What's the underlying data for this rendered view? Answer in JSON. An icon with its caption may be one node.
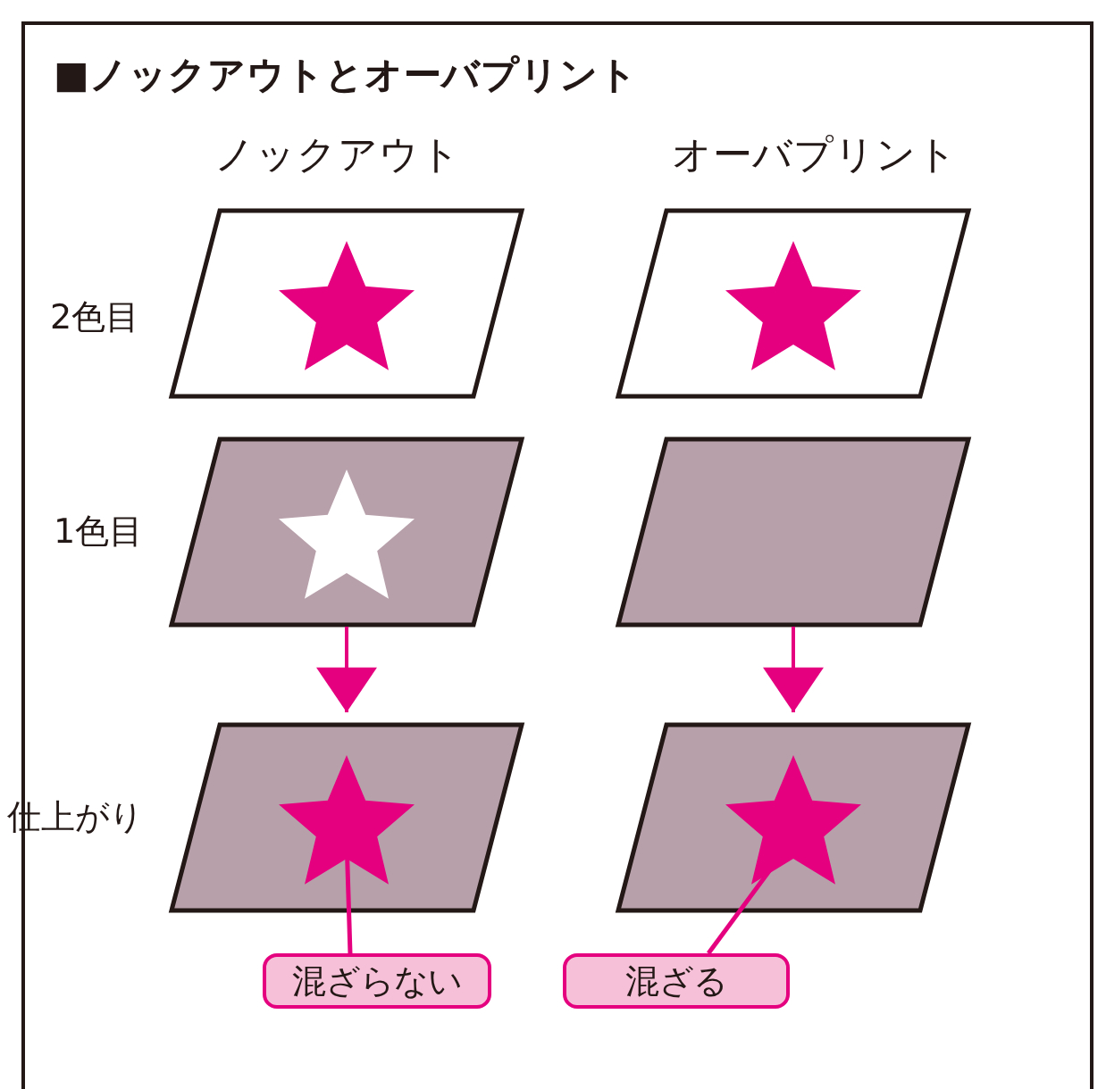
{
  "diagram": {
    "title": "■ノックアウトとオーバプリント",
    "nodes": [
      {
        "text": [],
        "shape": "parallelogram"
      },
      {
        "text": [],
        "shape": "star",
        "in": 0
      },
      {
        "text": [],
        "shape": "parallelogram"
      },
      {
        "text": [],
        "shape": "star",
        "in": 2
      },
      {
        "text": [],
        "shape": "parallelogram"
      },
      {
        "text": [],
        "shape": "star",
        "in": 4
      },
      {
        "text": [],
        "shape": "parallelogram"
      },
      {
        "text": [],
        "shape": "parallelogram"
      },
      {
        "text": [],
        "shape": "star",
        "in": 7
      },
      {
        "text": [],
        "shape": "parallelogram"
      },
      {
        "text": [],
        "shape": "star",
        "in": 9
      },
      {
        "text": [
          "混ざらない"
        ]
      },
      {
        "text": [
          "混ざる"
        ]
      }
    ],
    "edges": [
      {
        "from": 4,
        "to": 7,
        "arrow": "to"
      },
      {
        "from": 6,
        "to": 9,
        "arrow": "to"
      },
      {
        "from": 11,
        "to": 8,
        "arrow": "none",
        "color": "#e4007f"
      },
      {
        "from": 12,
        "to": 10,
        "arrow": "none",
        "color": "#e4007f"
      }
    ],
    "labels": [
      "ノックアウト",
      "オーバプリント",
      "2色目",
      "1色目",
      "仕上がり"
    ]
  }
}
